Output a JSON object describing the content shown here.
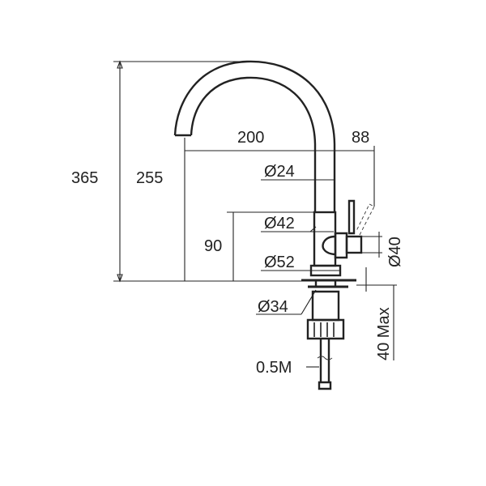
{
  "dimensions": {
    "total_height": "365",
    "spout_height": "255",
    "spout_reach": "200",
    "handle_offset": "88",
    "spout_diameter": "Ø24",
    "body_diameter": "Ø42",
    "handle_height": "90",
    "base_diameter": "Ø52",
    "lever_diameter": "Ø40",
    "shank_diameter": "Ø34",
    "max_deck_thickness": "40 Max",
    "hose_length": "0.5M"
  },
  "colors": {
    "ink": "#222222",
    "background": "#ffffff"
  }
}
